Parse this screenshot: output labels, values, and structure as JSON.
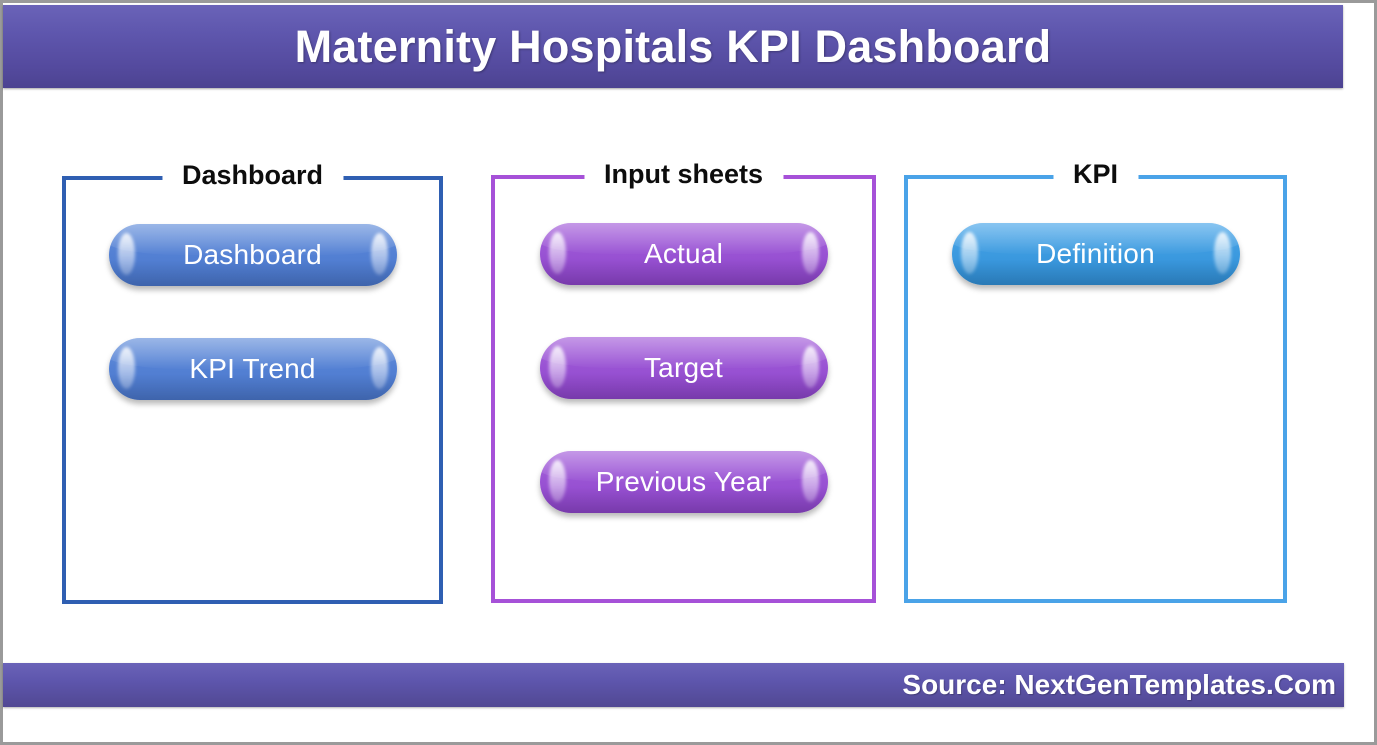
{
  "header": {
    "title": "Maternity Hospitals KPI Dashboard",
    "background_color": "#5a51a5",
    "text_color": "#ffffff"
  },
  "footer": {
    "source_text": "Source: NextGenTemplates.Com",
    "background_color": "#5a51a5",
    "text_color": "#ffffff"
  },
  "groups": [
    {
      "label": "Dashboard",
      "accent_color": "#2f5fb2",
      "pill_color": "#5481d4",
      "items": [
        {
          "label": "Dashboard"
        },
        {
          "label": "KPI Trend"
        }
      ]
    },
    {
      "label": "Input sheets",
      "accent_color": "#a651d8",
      "pill_color": "#9a54d4",
      "items": [
        {
          "label": "Actual"
        },
        {
          "label": "Target"
        },
        {
          "label": "Previous Year"
        }
      ]
    },
    {
      "label": "KPI",
      "accent_color": "#4aa3e8",
      "pill_color": "#3d9be0",
      "items": [
        {
          "label": "Definition"
        }
      ]
    }
  ]
}
